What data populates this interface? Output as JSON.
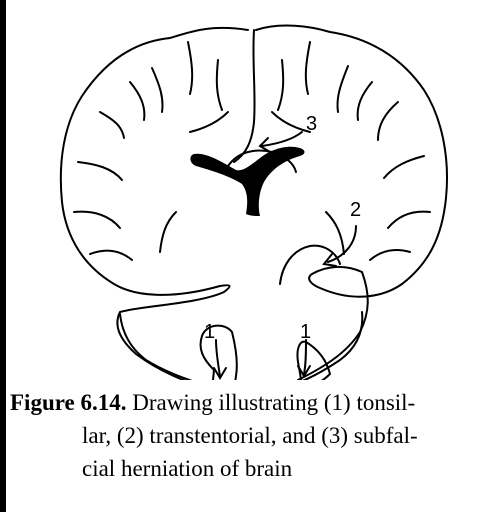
{
  "figure": {
    "label": "Figure 6.14.",
    "caption": "Drawing illustrating (1) tonsil-lar, (2) transtentorial, and (3) subfal-cial herniation of brain",
    "caption_lines": [
      "Drawing illustrating (1) tonsil-",
      "lar, (2) transtentorial, and (3) subfal-",
      "cial herniation of brain"
    ]
  },
  "diagram": {
    "markers": {
      "subfalcial": "3",
      "transtentorial": "2",
      "tonsillar_left": "1",
      "tonsillar_right": "1"
    },
    "colors": {
      "ink": "#000000",
      "background": "#ffffff"
    }
  }
}
